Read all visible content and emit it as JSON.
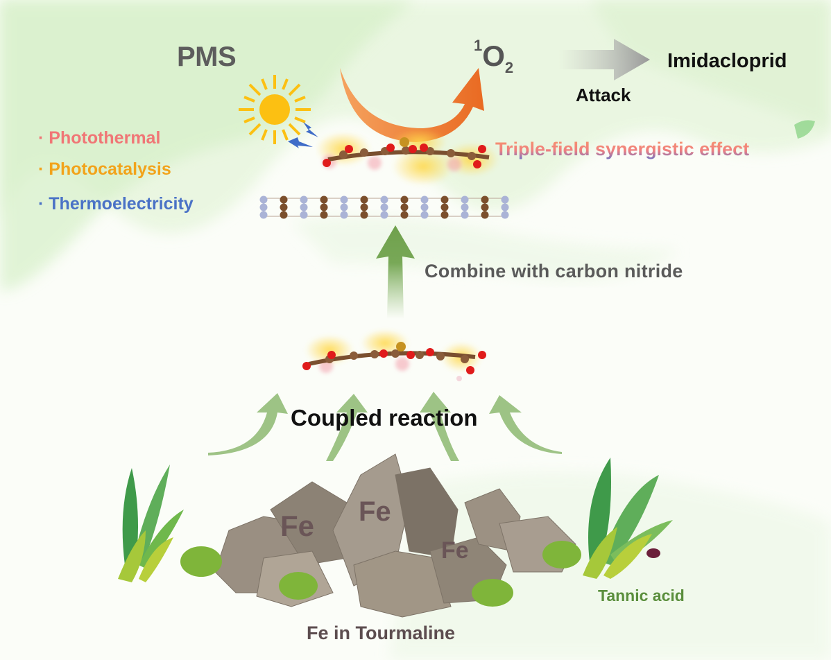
{
  "diagram": {
    "top_row": {
      "oxidant": "PMS",
      "reactive_species": {
        "superscript": "1",
        "base": "O",
        "subscript": "2"
      },
      "target": "Imidacloprid",
      "arrow_label": "Attack"
    },
    "properties": [
      {
        "label": "· Photothermal",
        "color": "#f07676"
      },
      {
        "label": "· Photocatalysis",
        "color": "#f2a31b"
      },
      {
        "label": "· Thermoelectricity",
        "color": "#4a72c6"
      }
    ],
    "effect_label": "Triple-field synergistic effect",
    "combine_label": "Combine with carbon nitride",
    "coupled_label": "Coupled reaction",
    "sources": {
      "mineral": "Fe in Tourmaline",
      "organic": "Tannic acid",
      "rock_labels": [
        "Fe",
        "Fe",
        "Fe"
      ]
    },
    "icons": [
      "sun-icon",
      "lightning-icon",
      "curved-arrow-icon",
      "gray-arrow-icon",
      "up-arrow-icon",
      "molecule-layer-icon",
      "carbon-nitride-layer-icon",
      "rock-pile-icon",
      "plant-icon",
      "bush-icon"
    ],
    "colors": {
      "orange_arrow": "#ee7a2e",
      "green_arrow": "#8fbb74",
      "gray_arrow": "#9a9a9a",
      "sun": "#fcc012",
      "lightning": "#3f6cc8",
      "rock": "#9d9284"
    }
  }
}
